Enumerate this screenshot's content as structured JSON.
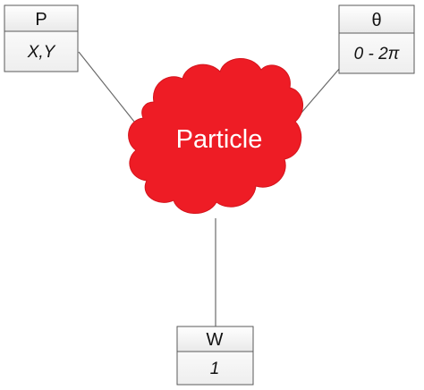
{
  "nodes": {
    "p": {
      "title": "P",
      "value": "X,Y"
    },
    "theta": {
      "title": "θ",
      "value": "0 - 2π"
    },
    "w": {
      "title": "W",
      "value": "1"
    },
    "particle": {
      "label": "Particle"
    }
  },
  "colors": {
    "cloud": "#ee1c25",
    "box_header": "#f0f0f0",
    "box_body": "#f6f6f6",
    "border": "#5a5a5a",
    "connector": "#6a6a6a"
  }
}
